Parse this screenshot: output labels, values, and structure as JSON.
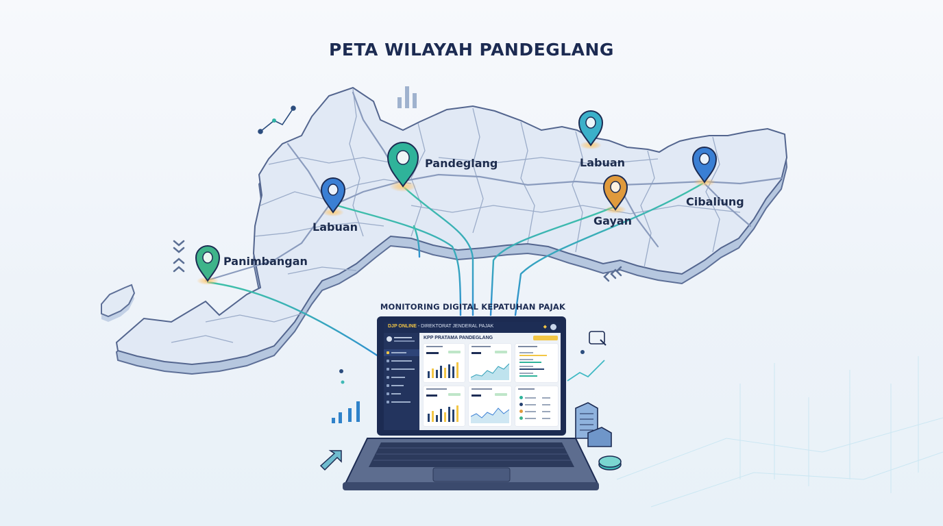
{
  "title": "PETA WILAYAH PANDEGLANG",
  "map_labels": [
    {
      "name": "Pandeglang",
      "icon": "map-pin-icon",
      "color": "#2fb39a"
    },
    {
      "name": "Labuan",
      "icon": "map-pin-icon",
      "color": "#3a7fd4"
    },
    {
      "name": "Labuan",
      "icon": "map-pin-icon",
      "color": "#3bb0c9"
    },
    {
      "name": "Gayan",
      "icon": "map-pin-icon",
      "color": "#e09a3c"
    },
    {
      "name": "Cibaliung",
      "icon": "map-pin-icon",
      "color": "#3a7fd4"
    },
    {
      "name": "Panimbangan",
      "icon": "map-pin-icon",
      "color": "#3fb48a"
    }
  ],
  "laptop": {
    "caption": "MONITORING DIGITAL KEPATUHAN PAJAK",
    "brand": "DJP ONLINE",
    "brand_rest": " - DIREKTORAT JENDERAL PAJAK",
    "heading": "KPP PRATAMA PANDEGLANG"
  },
  "colors": {
    "navy": "#1d2d55",
    "accent_yellow": "#f3c645",
    "map_fill": "#dfe8f4",
    "route_teal": "#34b7b4"
  }
}
